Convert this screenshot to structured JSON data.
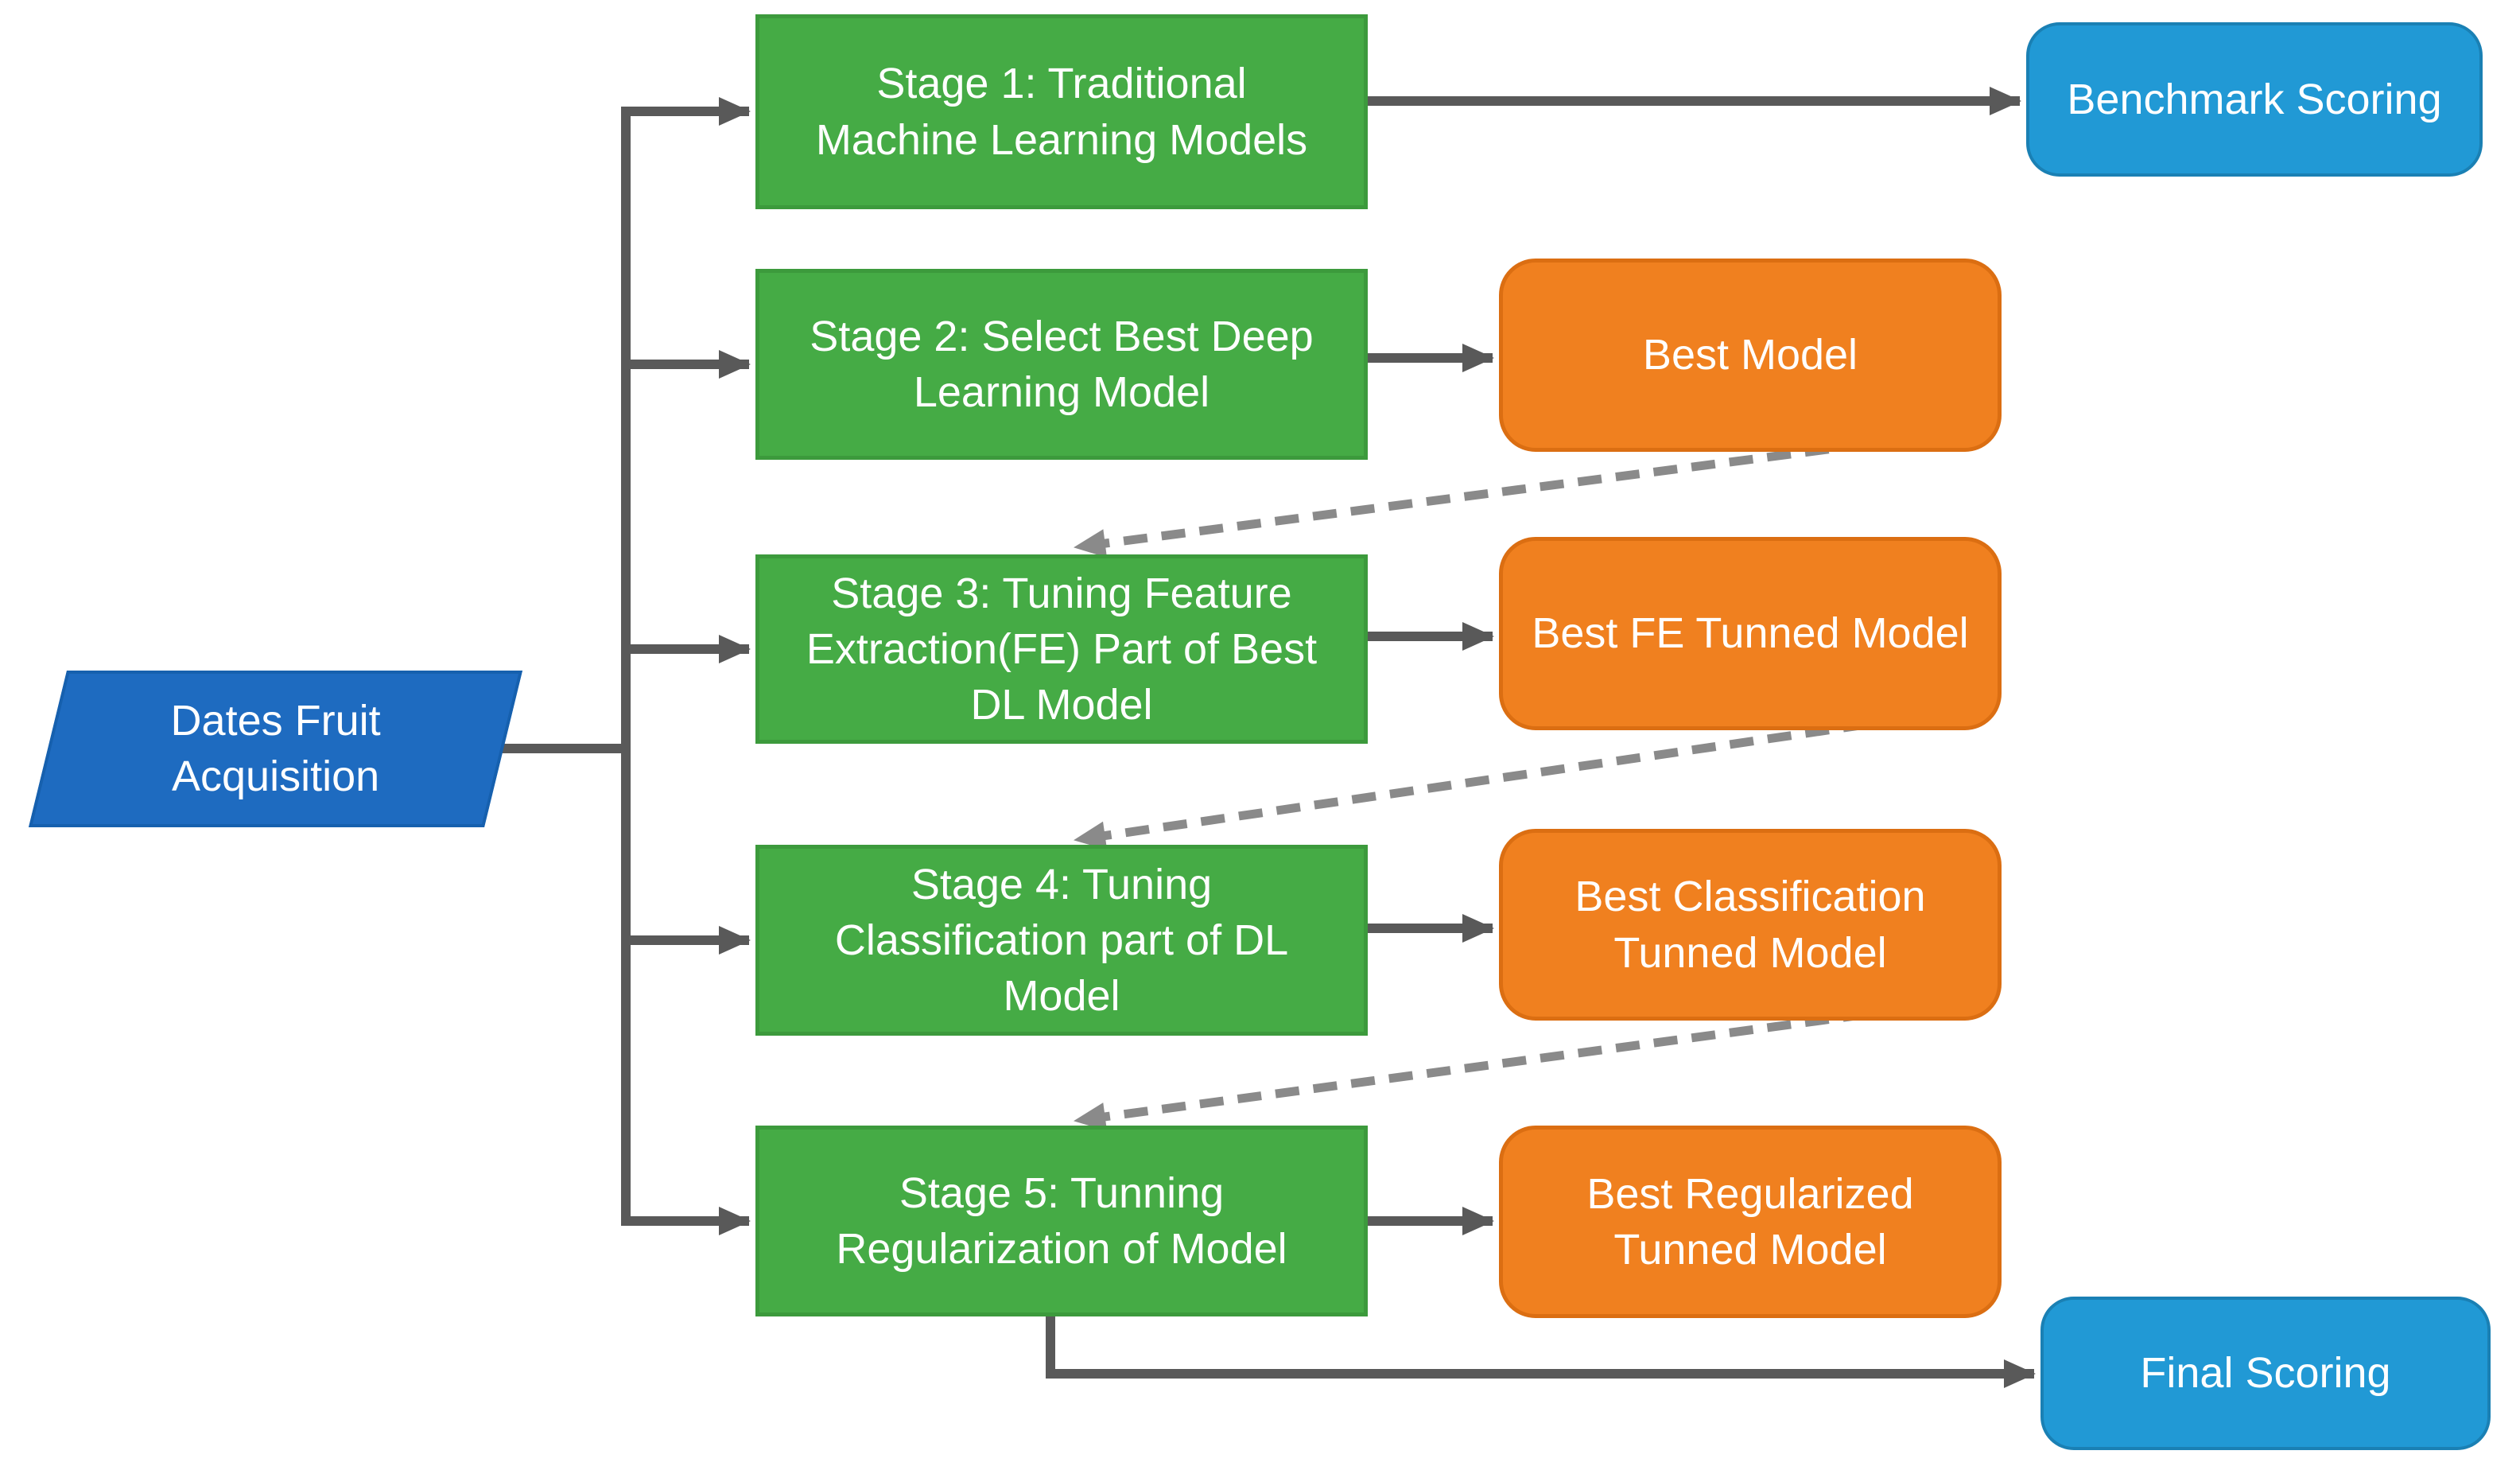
{
  "colors": {
    "stage_fill": "#45AB45",
    "stage_border": "#3C9A3C",
    "result_fill": "#F0801F",
    "result_border": "#DB6E12",
    "terminal_fill": "#2199D5",
    "terminal_border": "#1A80B4",
    "source_fill": "#1E6BC0",
    "source_border": "#1660AE",
    "arrow": "#595959",
    "feedback_arrow": "#8A8A8A",
    "text": "#FFFFFF"
  },
  "source": {
    "label": "Dates Fruit\nAcquisition"
  },
  "stages": [
    {
      "label": "Stage 1: Traditional\nMachine Learning Models"
    },
    {
      "label": "Stage 2: Select Best Deep\nLearning Model"
    },
    {
      "label": "Stage 3: Tuning Feature\nExtraction(FE) Part of Best\nDL Model"
    },
    {
      "label": "Stage 4: Tuning\nClassification part of DL\nModel"
    },
    {
      "label": "Stage 5: Tunning\nRegularization of Model"
    }
  ],
  "results": [
    {
      "label": "Best Model"
    },
    {
      "label": "Best FE Tunned Model"
    },
    {
      "label": "Best Classification\nTunned Model"
    },
    {
      "label": "Best Regularized\nTunned Model"
    }
  ],
  "terminals": [
    {
      "label": "Benchmark Scoring"
    },
    {
      "label": "Final Scoring"
    }
  ]
}
